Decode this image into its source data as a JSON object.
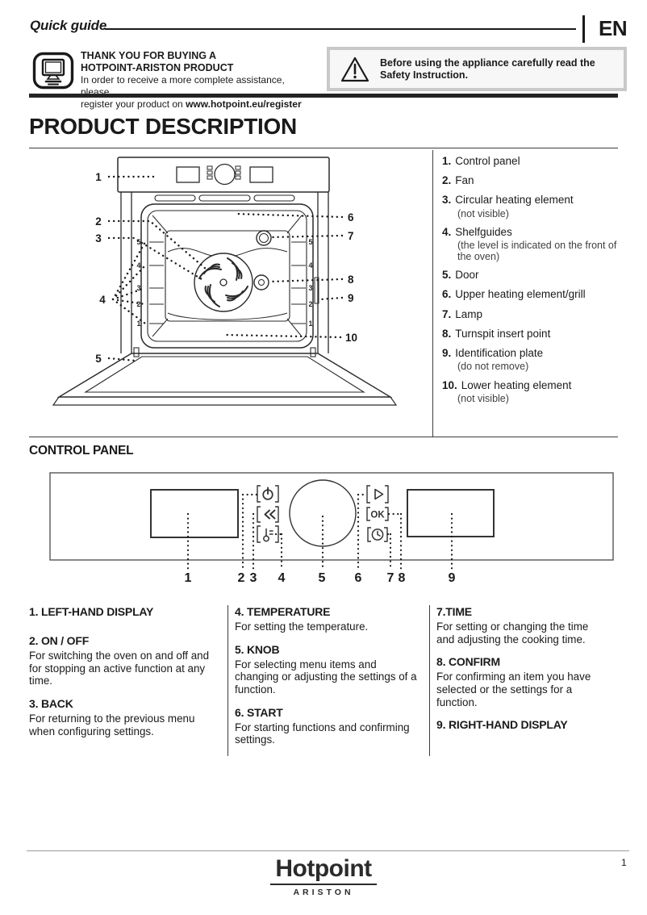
{
  "header": {
    "quick_guide": "Quick guide",
    "language": "EN"
  },
  "register": {
    "title_line1": "THANK YOU FOR BUYING A",
    "title_line2": "HOTPOINT-ARISTON PRODUCT",
    "body_line1": "In order to receive a more complete assistance, please",
    "body_line2_prefix": "register your product on ",
    "url": "www.hotpoint.eu/register"
  },
  "warning": {
    "text": "Before using the appliance carefully read the Safety Instruction."
  },
  "product_description": {
    "title": "PRODUCT DESCRIPTION",
    "items": [
      {
        "num": "1.",
        "label": "Control panel"
      },
      {
        "num": "2.",
        "label": "Fan"
      },
      {
        "num": "3.",
        "label": "Circular heating element",
        "note": "(not visible)"
      },
      {
        "num": "4.",
        "label": "Shelfguides",
        "note": "(the level is indicated on the front of the oven)"
      },
      {
        "num": "5.",
        "label": "Door"
      },
      {
        "num": "6.",
        "label": "Upper heating element/grill"
      },
      {
        "num": "7.",
        "label": "Lamp"
      },
      {
        "num": "8.",
        "label": "Turnspit insert point"
      },
      {
        "num": "9.",
        "label": "Identification plate",
        "note": "(do not remove)"
      },
      {
        "num": "10.",
        "label": "Lower heating element",
        "note": "(not visible)"
      }
    ]
  },
  "oven_diagram": {
    "labels_left": [
      "1",
      "2",
      "3",
      "4",
      "5"
    ],
    "labels_right": [
      "6",
      "7",
      "8",
      "9",
      "10"
    ],
    "shelf_levels": [
      "5",
      "4",
      "3",
      "2",
      "1"
    ]
  },
  "control_panel": {
    "title": "CONTROL PANEL",
    "numbers": [
      "1",
      "2",
      "3",
      "4",
      "5",
      "6",
      "7",
      "8",
      "9"
    ],
    "ok_label": "OK"
  },
  "controls": {
    "col1": [
      {
        "num": "1.",
        "name": "LEFT-HAND DISPLAY",
        "desc": ""
      },
      {
        "num": "2.",
        "name": "ON / OFF",
        "desc": "For switching the oven on and off and for stopping an active function at any time."
      },
      {
        "num": "3.",
        "name": "BACK",
        "desc": "For returning to the previous menu when configuring settings."
      }
    ],
    "col2": [
      {
        "num": "4.",
        "name": "TEMPERATURE",
        "desc": "For setting the temperature."
      },
      {
        "num": "5.",
        "name": "KNOB",
        "desc": "For selecting menu items and changing or adjusting the settings of a function."
      },
      {
        "num": "6.",
        "name": "START",
        "desc": "For starting functions and confirming settings."
      }
    ],
    "col3": [
      {
        "num": "7.",
        "name": "TIME",
        "desc": "For setting or changing the time and adjusting the cooking time."
      },
      {
        "num": "8.",
        "name": "CONFIRM",
        "desc": "For confirming an item you have selected or the settings for a function."
      },
      {
        "num": "9.",
        "name": "RIGHT-HAND DISPLAY",
        "desc": ""
      }
    ]
  },
  "footer": {
    "brand": "Hotpoint",
    "brand_sub": "ARISTON",
    "page_number": "1"
  },
  "colors": {
    "ink": "#1a1a1a",
    "rule_gray": "#9a9a9a",
    "warn_border": "#c9c9c9"
  }
}
